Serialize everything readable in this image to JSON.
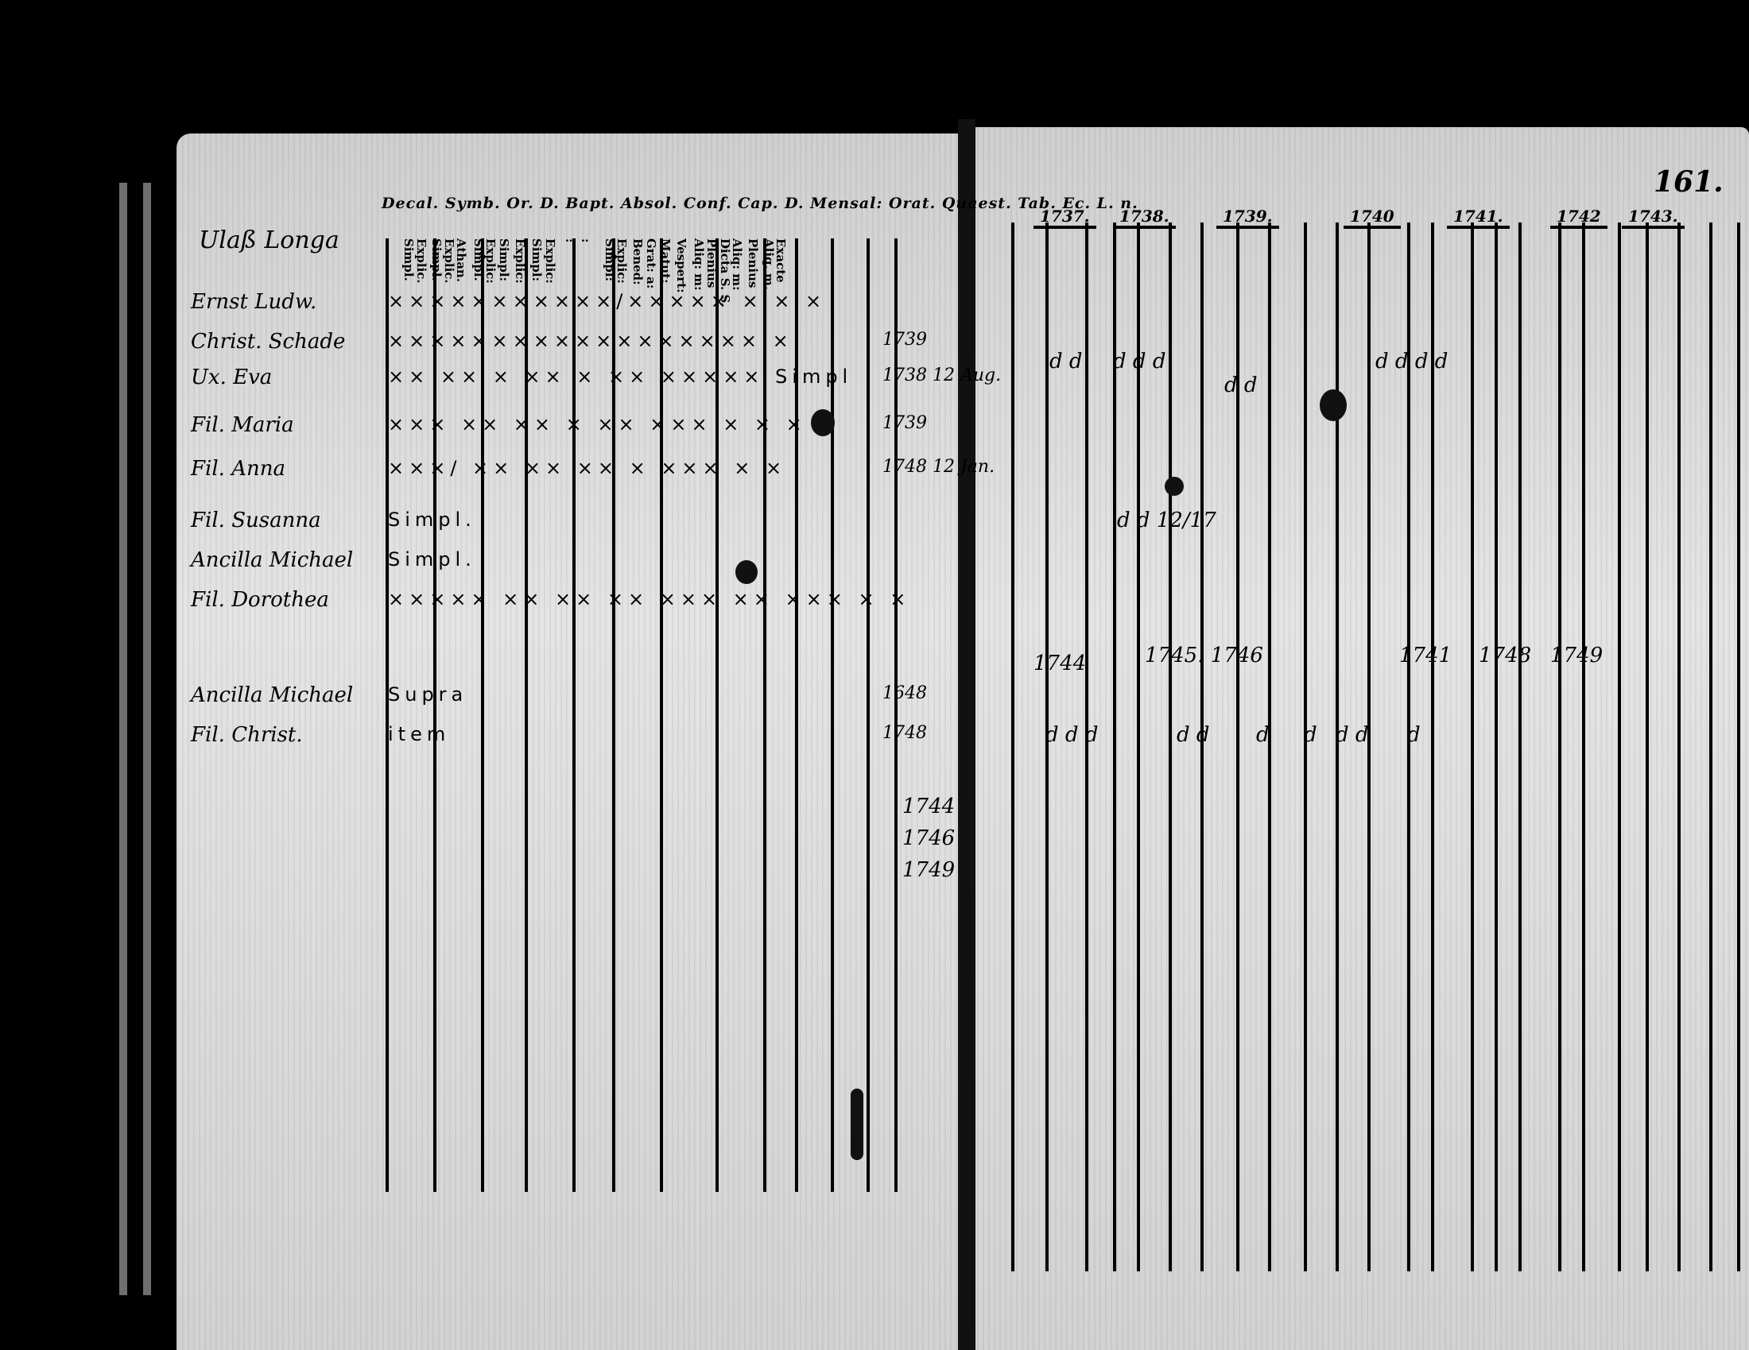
{
  "left_page": {
    "header": "Decal. Symb. Or. D. Bapt. Absol. Conf. Cap. D. Mensal: Orat. Quaest. Tab. Ec. L. n.",
    "columns": [
      "Simpl.",
      "Explic.",
      "Simpl.",
      "Explic.",
      "Athan.",
      "Simpl.",
      "Explic:",
      "Simpl:",
      "Explic:",
      "Simpl:",
      "Explic:",
      ":",
      ":",
      "Simpl:",
      "Explic:",
      "Bened:",
      "Grat: a:",
      "Matut:",
      "Vespert:",
      "Aliq: m:",
      "Plenius",
      "Dicta S. S.",
      "Aliq: m:",
      "Plenius",
      "Aliq. m.",
      "Exacte"
    ],
    "heading": "Ulaß Longa",
    "rows": [
      {
        "name": "Ernst Ludw.",
        "marks": "×××××××××××/××××× × × ×",
        "note": ""
      },
      {
        "name": "Christ. Schade",
        "marks": "×××××××××××××××××× ×",
        "note": "1739"
      },
      {
        "name": "Ux. Eva",
        "marks": "×× ×× × ×× × ×× ××××× Simpl",
        "note": "1738  12 Aug."
      },
      {
        "name": "Fil. Maria",
        "marks": "××× ×× ×× × ×× ××× × × ×",
        "note": "1739"
      },
      {
        "name": "Fil. Anna",
        "marks": "×××/ ×× ×× ×× × ××× × ×",
        "note": "1748  12 Jan."
      },
      {
        "name": "Fil. Susanna",
        "marks": "Simpl.",
        "note": ""
      },
      {
        "name": "Ancilla Michael",
        "marks": "Simpl.",
        "note": ""
      },
      {
        "name": "Fil. Dorothea",
        "marks": "××××× ×× ×× ×× ××× ×× ××× × ×",
        "note": ""
      },
      {
        "name": "Ancilla Michael",
        "marks": "Supra",
        "note": "1648"
      },
      {
        "name": "Fil. Christ.",
        "marks": "item",
        "note": "1748"
      }
    ],
    "margin_years": [
      "1744",
      "1746",
      "1749"
    ]
  },
  "right_page": {
    "page_number": "161.",
    "years": [
      "1737.",
      "1738.",
      "1739.",
      "1740",
      "1741.",
      "1742",
      "1743."
    ],
    "entries": [
      "d d",
      "d d d",
      "d d",
      "d d 12/17",
      "d d d d",
      "1744",
      "1745. 1746",
      "1741",
      "1748",
      "1749",
      "d d d",
      "d d",
      "d",
      "d",
      "d d",
      "d"
    ]
  }
}
